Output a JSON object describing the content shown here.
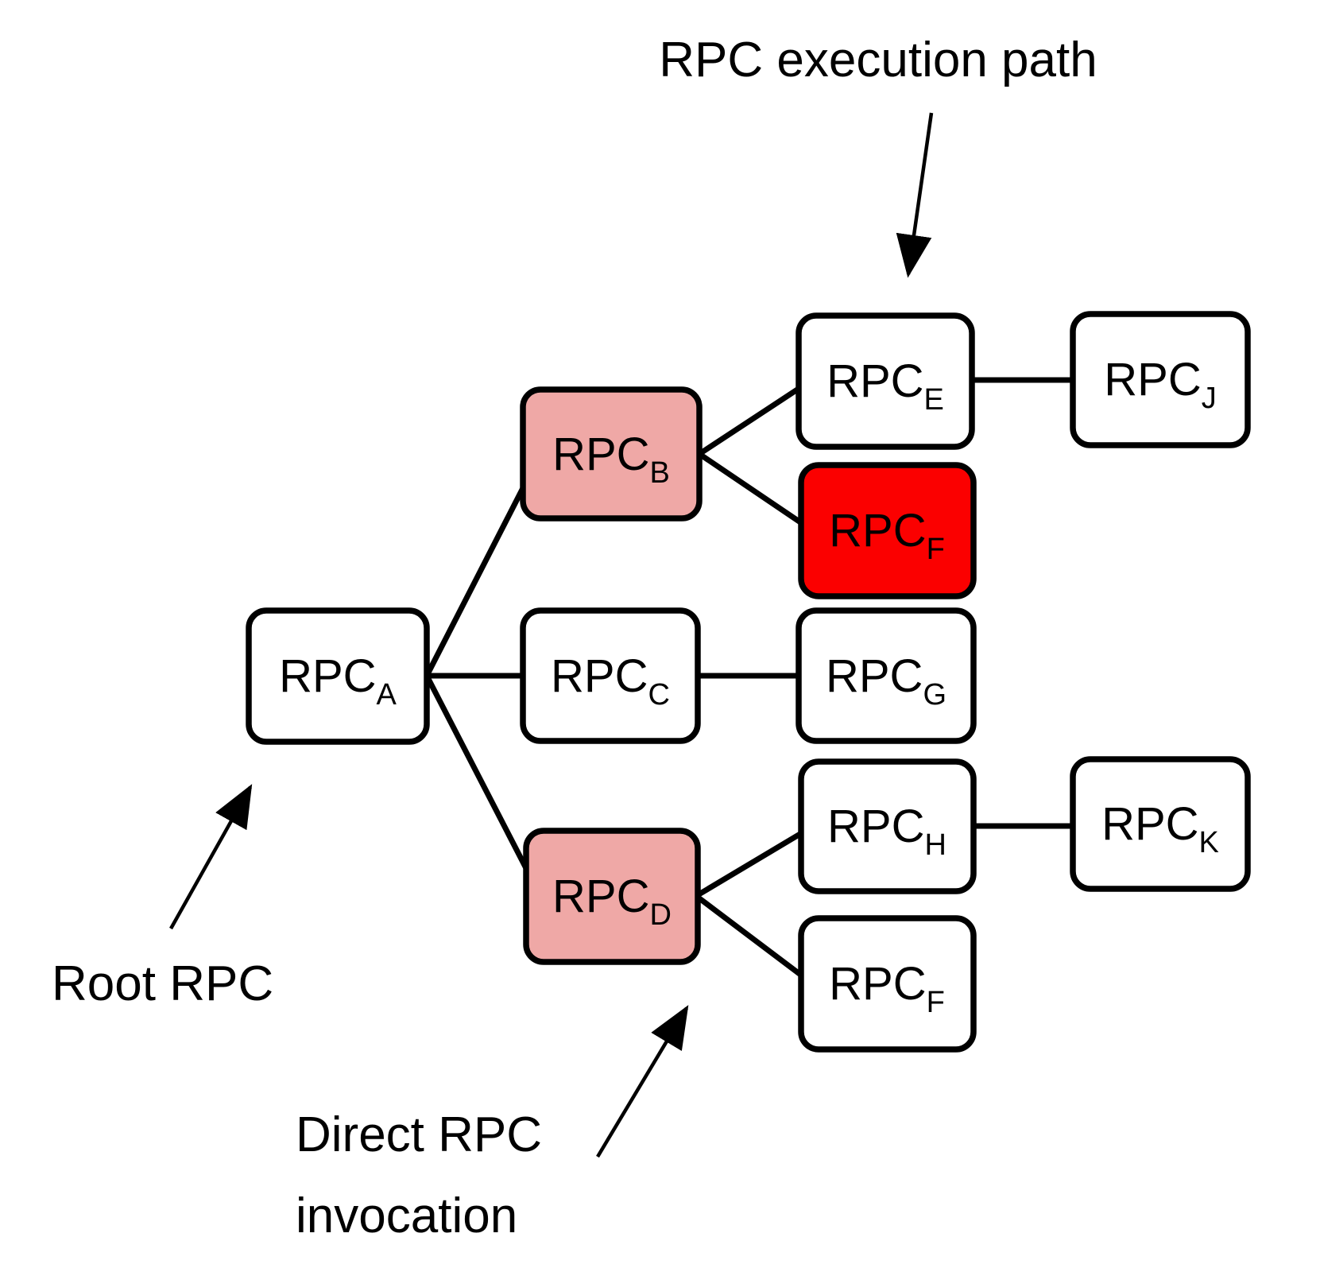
{
  "annotations": {
    "execution_path_label": "RPC execution path",
    "root_label": "Root RPC",
    "direct_line1": "Direct RPC",
    "direct_line2": "invocation"
  },
  "colors": {
    "node_default": "#FFFFFF",
    "node_direct_invocation": "#EFA8A6",
    "node_execution_endpoint": "#FB0000",
    "stroke": "#000000"
  },
  "diagram": {
    "nodes": [
      {
        "id": "A",
        "main": "RPC",
        "sub": "A",
        "fill": "#FFFFFF"
      },
      {
        "id": "B",
        "main": "RPC",
        "sub": "B",
        "fill": "#EFA8A6"
      },
      {
        "id": "C",
        "main": "RPC",
        "sub": "C",
        "fill": "#FFFFFF"
      },
      {
        "id": "D",
        "main": "RPC",
        "sub": "D",
        "fill": "#EFA8A6"
      },
      {
        "id": "E",
        "main": "RPC",
        "sub": "E",
        "fill": "#FFFFFF"
      },
      {
        "id": "F",
        "main": "RPC",
        "sub": "F",
        "fill": "#FB0000"
      },
      {
        "id": "G",
        "main": "RPC",
        "sub": "G",
        "fill": "#FFFFFF"
      },
      {
        "id": "H",
        "main": "RPC",
        "sub": "H",
        "fill": "#FFFFFF"
      },
      {
        "id": "F2",
        "main": "RPC",
        "sub": "F",
        "fill": "#FFFFFF"
      },
      {
        "id": "J",
        "main": "RPC",
        "sub": "J",
        "fill": "#FFFFFF"
      },
      {
        "id": "K",
        "main": "RPC",
        "sub": "K",
        "fill": "#FFFFFF"
      }
    ],
    "edges": [
      {
        "from": "A",
        "to": "B"
      },
      {
        "from": "A",
        "to": "C"
      },
      {
        "from": "A",
        "to": "D"
      },
      {
        "from": "B",
        "to": "E"
      },
      {
        "from": "B",
        "to": "F"
      },
      {
        "from": "C",
        "to": "G"
      },
      {
        "from": "E",
        "to": "J"
      },
      {
        "from": "D",
        "to": "H"
      },
      {
        "from": "D",
        "to": "F2"
      },
      {
        "from": "H",
        "to": "K"
      }
    ]
  }
}
